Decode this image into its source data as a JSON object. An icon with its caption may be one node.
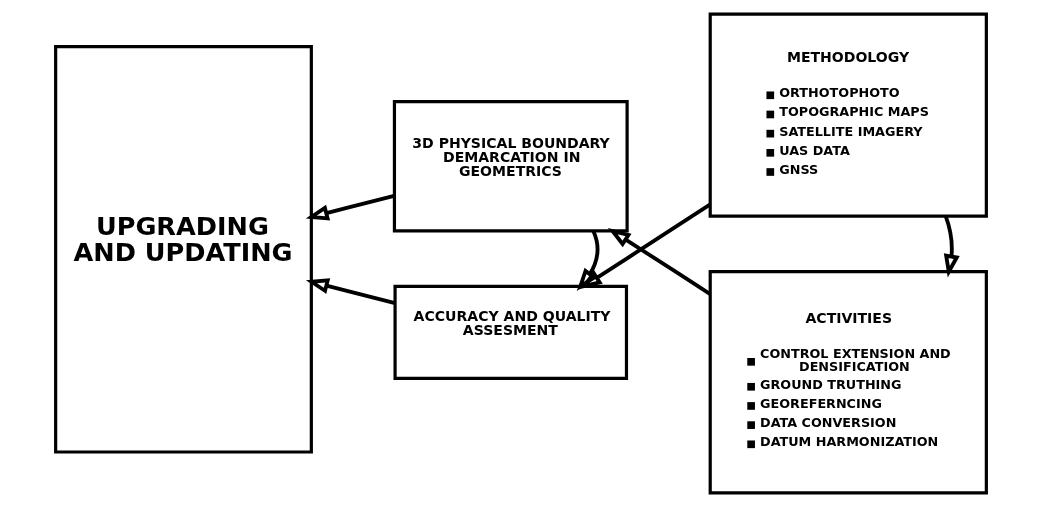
{
  "diagram": {
    "nodes": [
      {
        "text": [
          "UPGRADING AND UPDATING"
        ]
      },
      {
        "text": [
          "3D PHYSICAL BOUNDARY DEMARCATION IN GEOMETRICS"
        ]
      },
      {
        "text": [
          "ACTIVITIES",
          "CONTROL EXTENSION AND DENSIFICATION",
          "GROUND TRUTHING",
          "GEOREFERNCING",
          "DATA CONVERSION",
          "DATUM HARMONIZATION"
        ]
      },
      {
        "text": [
          "ACCURACY AND QUALITY ASSESMENT"
        ]
      },
      {
        "text": [
          "METHODOLOGY",
          "ORTHOTOPHOTO",
          "TOPOGRAPHIC MAPS",
          "SATELLITE IMAGERY",
          "UAS DATA",
          "GNSS"
        ]
      }
    ],
    "edges": [
      {
        "from": 2,
        "to": 1,
        "arrow": "to"
      },
      {
        "from": 1,
        "to": 0,
        "arrow": "to"
      },
      {
        "from": 1,
        "to": 3,
        "arrow": "to"
      },
      {
        "from": 3,
        "to": 0,
        "arrow": "to"
      },
      {
        "from": 4,
        "to": 3,
        "arrow": "to"
      },
      {
        "from": 4,
        "to": 2,
        "arrow": "to"
      }
    ]
  }
}
